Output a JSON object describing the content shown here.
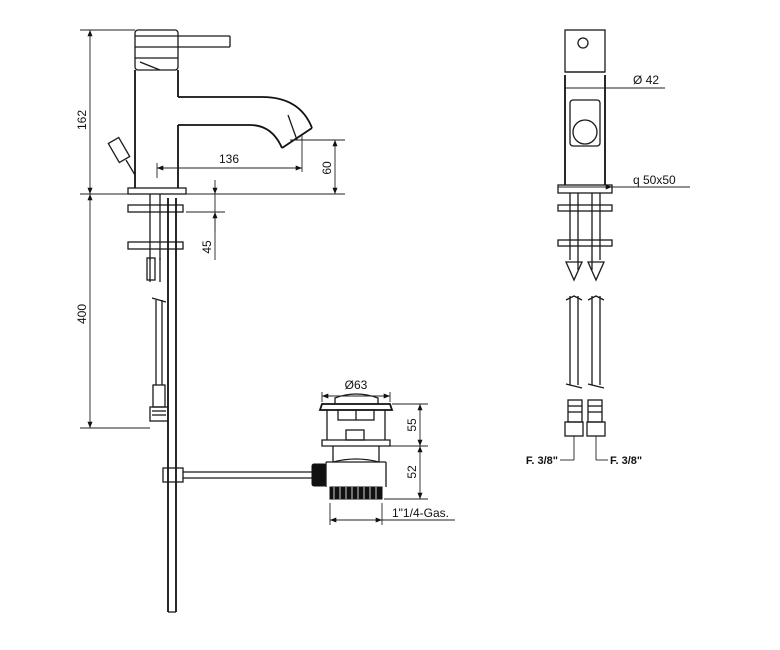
{
  "dimensions": {
    "height_body": "162",
    "spout_reach": "136",
    "spout_height": "60",
    "mount_depth": "45",
    "hose_length": "400",
    "waste_diameter": "Ø63",
    "waste_top": "55",
    "waste_body": "52",
    "waste_thread": "1\"1/4-Gas.",
    "body_diameter": "Ø 42",
    "base_size": "q 50x50",
    "connector_left": "F. 3/8\"",
    "connector_right": "F. 3/8\""
  }
}
